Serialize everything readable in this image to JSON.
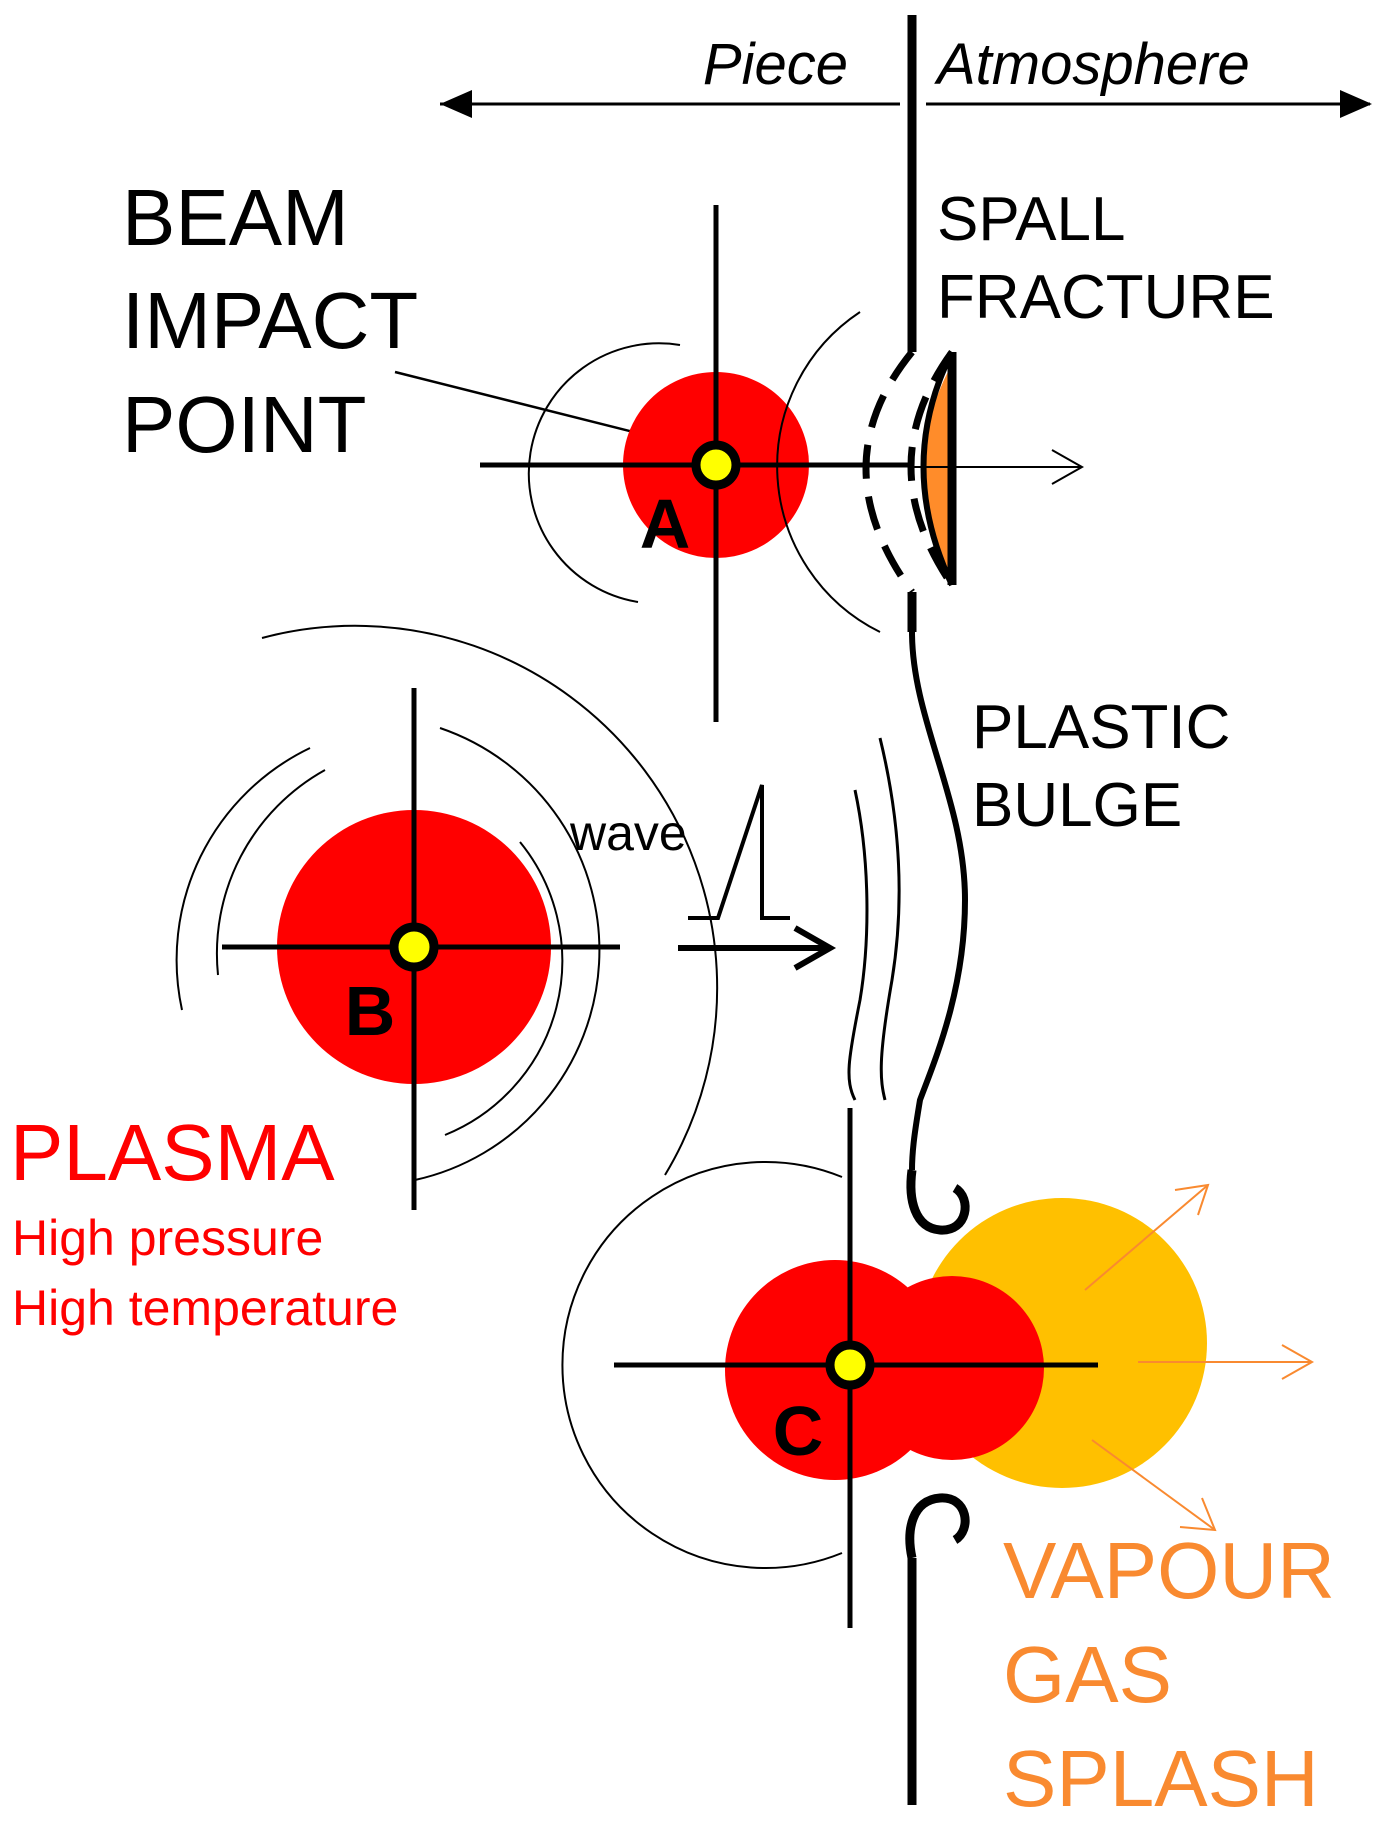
{
  "header": {
    "piece_label": "Piece",
    "atmosphere_label": "Atmosphere"
  },
  "labels": {
    "beam_impact": [
      "BEAM",
      "IMPACT",
      "POINT"
    ],
    "spall_fracture": [
      "SPALL",
      "FRACTURE"
    ],
    "plastic_bulge": [
      "PLASTIC",
      "BULGE"
    ],
    "wave": "wave",
    "plasma_title": "PLASMA",
    "plasma_lines": [
      "High pressure",
      "High temperature"
    ],
    "vapour": [
      "VAPOUR",
      "GAS",
      "SPLASH"
    ]
  },
  "points": {
    "a": "A",
    "b": "B",
    "c": "C"
  },
  "colors": {
    "plasma": "#ff0000",
    "impact_dot": "#ffff00",
    "spall_fragment": "#ff8c2a",
    "vapour_cloud": "#ffc000",
    "vapour_text": "#f98a30",
    "vapour_arrows": "#f98a30",
    "lines": "#000000"
  }
}
